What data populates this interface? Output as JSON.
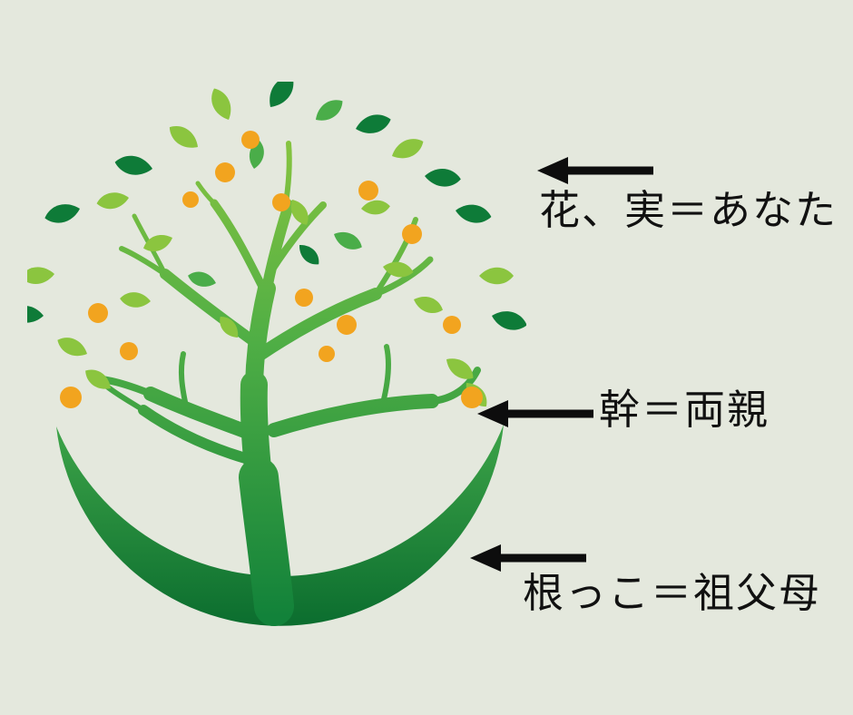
{
  "palette": {
    "background": "#e4e8dd",
    "ink": "#111111",
    "arrow": "#0d0d0d",
    "leaf_dark": "#0e7b38",
    "leaf_light": "#8bc53f",
    "leaf_mid": "#4aad49",
    "fruit": "#f2a41f",
    "trunk_top": "#8cc63f",
    "trunk_mid": "#4fae45",
    "trunk_bottom": "#12823a",
    "cres_top": "#3fa649",
    "cres_bottom": "#0a6c2e"
  },
  "annotations": {
    "flowers_fruit": {
      "label": "花、実＝あなた"
    },
    "trunk": {
      "label": "幹＝両親"
    },
    "roots": {
      "label": "根っこ＝祖父母"
    }
  }
}
